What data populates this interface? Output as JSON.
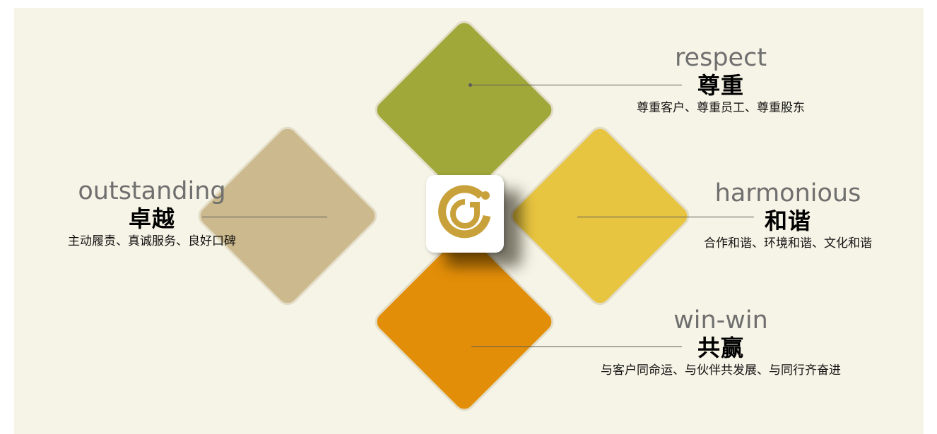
{
  "values": [
    {
      "en": "outstanding",
      "zh": "卓越",
      "desc": "主动履责、真诚服务、良好口碑",
      "color": "#ccb98d"
    },
    {
      "en": "respect",
      "zh": "尊重",
      "desc": "尊重客户、尊重员工、尊重股东",
      "color": "#a0a83a"
    },
    {
      "en": "harmonious",
      "zh": "和谐",
      "desc": "合作和谐、环境和谐、文化和谐",
      "color": "#e8c540"
    },
    {
      "en": "win-win",
      "zh": "共赢",
      "desc": "与客户同命运、与伙伴共发展、与同行齐奋进",
      "color": "#e38e08"
    }
  ],
  "logo": {
    "icon": "brand-logo-icon",
    "color": "#c9a13a"
  }
}
